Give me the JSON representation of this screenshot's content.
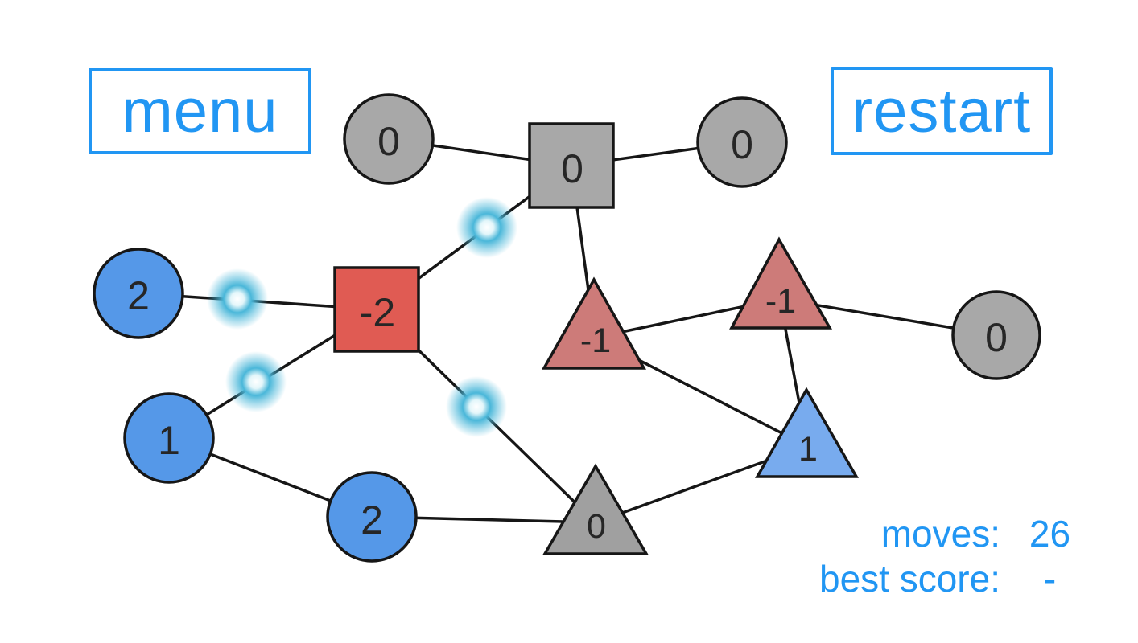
{
  "buttons": {
    "menu": "menu",
    "restart": "restart"
  },
  "scoreboard": {
    "moves_label": "moves:",
    "moves_value": "26",
    "best_label": "best score:",
    "best_value": "-"
  },
  "colors": {
    "accent": "#2196f3",
    "edge": "#161616",
    "node_stroke": "#161616",
    "gray": "#a8a8a8",
    "gray_triangle": "#a0a0a0",
    "blue": "#5598e8",
    "blue_triangle": "#78abee",
    "red": "#e05b53",
    "red_triangle": "#cd7b79",
    "glow": "#4ab7d9"
  },
  "nodes": [
    {
      "id": "circle-top-left",
      "shape": "circle",
      "color": "gray",
      "label": "0"
    },
    {
      "id": "square-top",
      "shape": "square",
      "color": "gray",
      "label": "0"
    },
    {
      "id": "circle-top-right",
      "shape": "circle",
      "color": "gray",
      "label": "0"
    },
    {
      "id": "circle-left",
      "shape": "circle",
      "color": "blue",
      "label": "2"
    },
    {
      "id": "square-center",
      "shape": "square",
      "color": "red",
      "label": "-2"
    },
    {
      "id": "triangle-center",
      "shape": "triangle",
      "color": "red",
      "label": "-1"
    },
    {
      "id": "triangle-right",
      "shape": "triangle",
      "color": "red",
      "label": "-1"
    },
    {
      "id": "circle-right",
      "shape": "circle",
      "color": "gray",
      "label": "0"
    },
    {
      "id": "circle-mid-left",
      "shape": "circle",
      "color": "blue",
      "label": "1"
    },
    {
      "id": "triangle-bottom-right",
      "shape": "triangle",
      "color": "blue",
      "label": "1"
    },
    {
      "id": "circle-bottom",
      "shape": "circle",
      "color": "blue",
      "label": "2"
    },
    {
      "id": "triangle-bottom",
      "shape": "triangle",
      "color": "gray",
      "label": "0"
    }
  ]
}
